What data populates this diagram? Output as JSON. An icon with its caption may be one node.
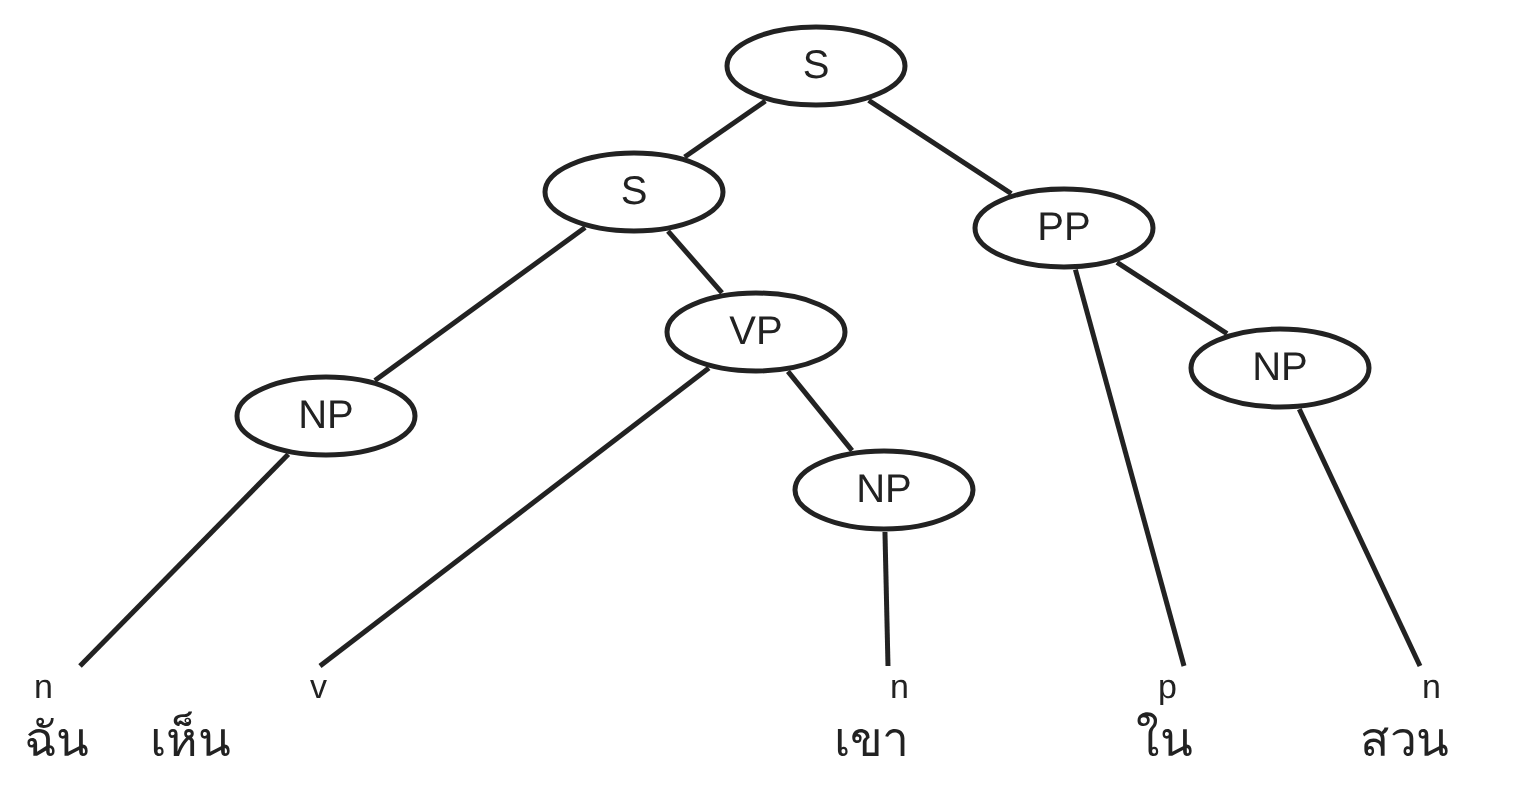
{
  "diagram": {
    "nodes": [
      {
        "text": [
          "S"
        ]
      },
      {
        "text": [
          "S"
        ]
      },
      {
        "text": [
          "PP"
        ]
      },
      {
        "text": [
          "VP"
        ]
      },
      {
        "text": [
          "NP"
        ]
      },
      {
        "text": [
          "NP"
        ]
      },
      {
        "text": [
          "NP"
        ]
      },
      {
        "text": [
          "n",
          "ฉัน"
        ]
      },
      {
        "text": [
          "v",
          "เห็น"
        ]
      },
      {
        "text": [
          "n",
          "เขา"
        ]
      },
      {
        "text": [
          "p",
          "ใน"
        ]
      },
      {
        "text": [
          "n",
          "สวน"
        ]
      }
    ],
    "edges": [
      {
        "from": 0,
        "to": 1,
        "arrow": "none"
      },
      {
        "from": 0,
        "to": 2,
        "arrow": "none"
      },
      {
        "from": 1,
        "to": 5,
        "arrow": "none"
      },
      {
        "from": 1,
        "to": 3,
        "arrow": "none"
      },
      {
        "from": 2,
        "to": 10,
        "arrow": "none"
      },
      {
        "from": 2,
        "to": 4,
        "arrow": "none"
      },
      {
        "from": 3,
        "to": 8,
        "arrow": "none"
      },
      {
        "from": 3,
        "to": 6,
        "arrow": "none"
      },
      {
        "from": 5,
        "to": 7,
        "arrow": "none"
      },
      {
        "from": 6,
        "to": 9,
        "arrow": "none"
      },
      {
        "from": 4,
        "to": 11,
        "arrow": "none"
      }
    ]
  }
}
